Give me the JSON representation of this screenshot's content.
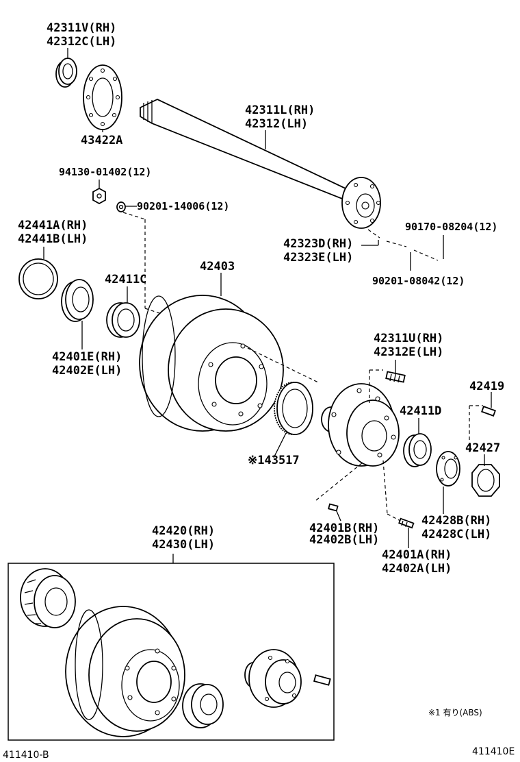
{
  "parts": {
    "p42311V_rh": "42311V(RH)",
    "p42312C_lh": "42312C(LH)",
    "p43422A": "43422A",
    "p42311L_rh": "42311L(RH)",
    "p42312_lh": "42312(LH)",
    "p94130": "94130-01402(12)",
    "p90201_14006": "90201-14006(12)",
    "p42441A_rh": "42441A(RH)",
    "p42441B_lh": "42441B(LH)",
    "p42323D_rh": "42323D(RH)",
    "p42323E_lh": "42323E(LH)",
    "p90170": "90170-08204(12)",
    "p90201_08042": "90201-08042(12)",
    "p42403": "42403",
    "p42411C": "42411C",
    "p42401E_rh": "42401E(RH)",
    "p42402E_lh": "42402E(LH)",
    "p42311U_rh": "42311U(RH)",
    "p42312E_lh": "42312E(LH)",
    "p42419": "42419",
    "p42411D": "42411D",
    "p42427": "42427",
    "p43517": "※143517",
    "p42428B_rh": "42428B(RH)",
    "p42428C_lh": "42428C(LH)",
    "p42401B_rh": "42401B(RH)",
    "p42402B_lh": "42402B(LH)",
    "p42401A_rh": "42401A(RH)",
    "p42402A_lh": "42402A(LH)",
    "p42420_rh": "42420(RH)",
    "p42430_lh": "42430(LH)"
  },
  "footnote": "※1 有り(ABS)",
  "footer": {
    "left_code": "411410-B",
    "right_code": "411410E"
  }
}
